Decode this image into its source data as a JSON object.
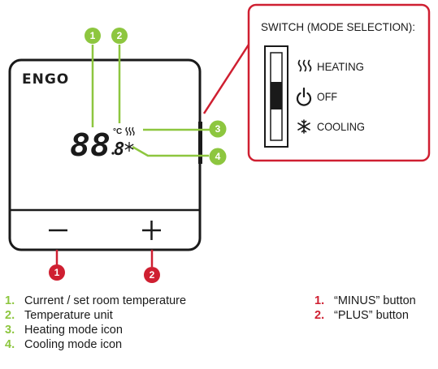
{
  "device": {
    "brand": "ENGO",
    "display": {
      "main_digits": "88",
      "decimal_digit": "8",
      "unit": "°C",
      "heating_icon": "heating-waves-icon",
      "cooling_icon": "snowflake-icon"
    },
    "buttons": {
      "minus_icon": "minus-icon",
      "plus_icon": "plus-icon"
    }
  },
  "callouts": {
    "green": [
      "1",
      "2",
      "3",
      "4"
    ],
    "red": [
      "1",
      "2"
    ]
  },
  "switch_panel": {
    "title": "SWITCH (MODE SELECTION):",
    "modes": [
      {
        "icon": "heating-waves-icon",
        "label": "HEATING"
      },
      {
        "icon": "power-icon",
        "label": "OFF"
      },
      {
        "icon": "snowflake-icon",
        "label": "COOLING"
      }
    ]
  },
  "legend_left": [
    {
      "num": "1.",
      "text": "Current / set room temperature"
    },
    {
      "num": "2.",
      "text": "Temperature unit"
    },
    {
      "num": "3.",
      "text": "Heating mode icon"
    },
    {
      "num": "4.",
      "text": "Cooling mode icon"
    }
  ],
  "legend_right": [
    {
      "num": "1.",
      "text": "“MINUS” button"
    },
    {
      "num": "2.",
      "text": "“PLUS” button"
    }
  ],
  "colors": {
    "green": "#8dc63f",
    "red": "#cf1f31",
    "outline": "#1a1a1a"
  }
}
